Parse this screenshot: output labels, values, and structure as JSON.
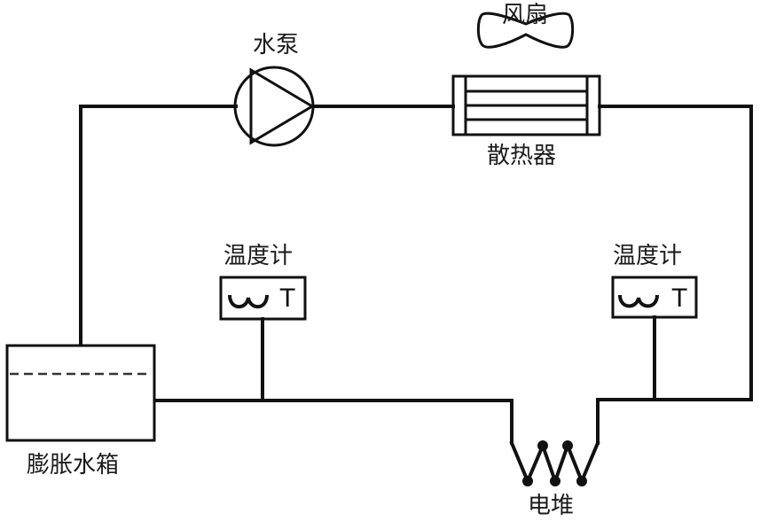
{
  "diagram": {
    "title": "",
    "components": {
      "pump": {
        "label": "水泵",
        "icon": "pump-icon"
      },
      "fan": {
        "label": "风扇",
        "icon": "fan-icon"
      },
      "radiator": {
        "label": "散热器",
        "icon": "radiator-icon"
      },
      "thermometer_left": {
        "label": "温度计",
        "symbol": "ω",
        "unit": "T",
        "icon": "thermometer-icon"
      },
      "thermometer_right": {
        "label": "温度计",
        "symbol": "ω",
        "unit": "T",
        "icon": "thermometer-icon"
      },
      "expansion_tank": {
        "label": "膨胀水箱",
        "icon": "expansion-tank-icon"
      },
      "stack": {
        "label": "电堆",
        "icon": "fuel-cell-stack-icon"
      }
    },
    "colors": {
      "line": "#111111",
      "background": "#ffffff"
    }
  }
}
